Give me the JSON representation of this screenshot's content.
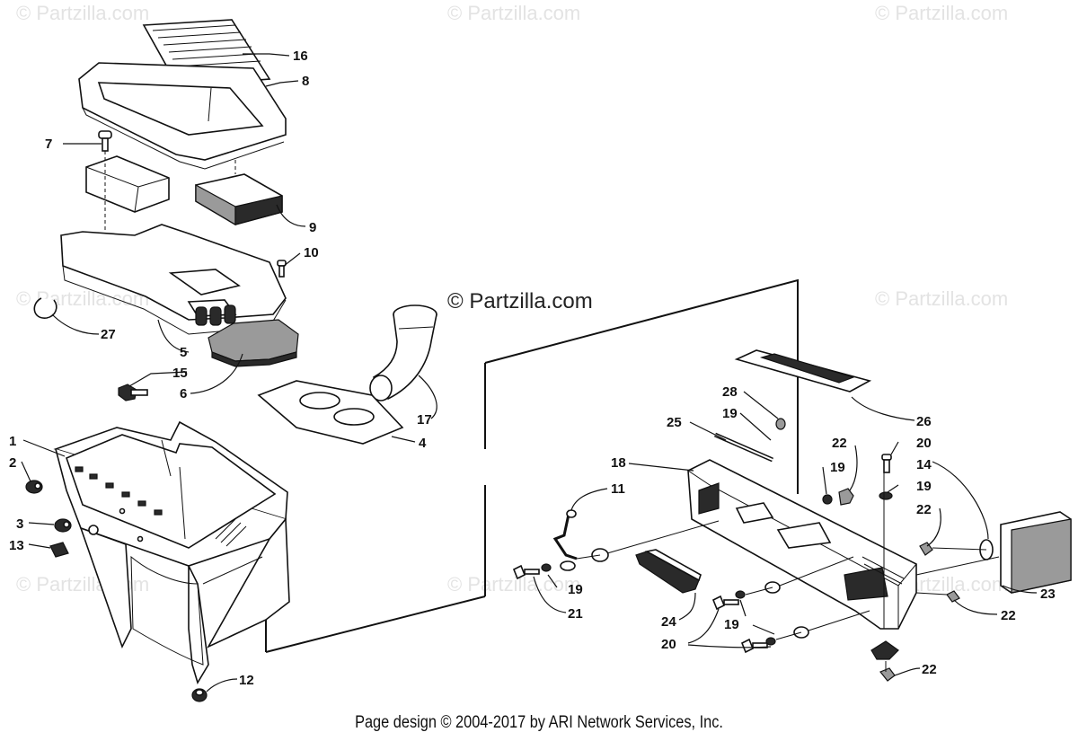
{
  "watermark_text": "© Partzilla.com",
  "brand_text": "© Partzilla.com",
  "footer_text": "Page design © 2004-2017 by ARI Network Services, Inc.",
  "callouts": [
    "16",
    "8",
    "7",
    "9",
    "10",
    "27",
    "5",
    "15",
    "6",
    "17",
    "4",
    "1",
    "2",
    "3",
    "13",
    "12",
    "28",
    "26",
    "25",
    "19",
    "22",
    "20",
    "18",
    "11",
    "19",
    "14",
    "19",
    "22",
    "19",
    "21",
    "24",
    "23",
    "22",
    "20",
    "19",
    "20",
    "22"
  ]
}
